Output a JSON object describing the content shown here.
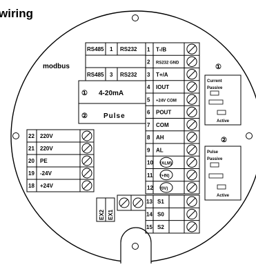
{
  "title": "wiring",
  "modbus_label": "modbus",
  "top_table": [
    [
      "RS485",
      "1",
      "RS232"
    ],
    [
      "",
      "",
      ""
    ],
    [
      "RS485",
      "3",
      "RS232"
    ]
  ],
  "options": [
    {
      "num": "①",
      "label": "4-20mA"
    },
    {
      "num": "②",
      "label": "Pulse"
    }
  ],
  "main_terminals": [
    {
      "num": "1",
      "label": "T-/B"
    },
    {
      "num": "2",
      "label": "RS232 GND"
    },
    {
      "num": "3",
      "label": "T+/A"
    },
    {
      "num": "4",
      "label": "IOUT"
    },
    {
      "num": "5",
      "label": "+24V COM"
    },
    {
      "num": "6",
      "label": "POUT"
    },
    {
      "num": "7",
      "label": "COM"
    },
    {
      "num": "8",
      "label": "AH"
    },
    {
      "num": "9",
      "label": "AL"
    },
    {
      "num": "10",
      "label": "(ALM)"
    },
    {
      "num": "11",
      "label": "(+IN)"
    },
    {
      "num": "12",
      "label": "(0V)"
    }
  ],
  "power_terminals": [
    {
      "num": "22",
      "label": "220V"
    },
    {
      "num": "21",
      "label": "220V"
    },
    {
      "num": "20",
      "label": "PE"
    },
    {
      "num": "19",
      "label": "-24V"
    },
    {
      "num": "18",
      "label": "+24V"
    }
  ],
  "lower_terminals": [
    {
      "num": "13",
      "label": "S1"
    },
    {
      "num": "14",
      "label": "S0"
    },
    {
      "num": "15",
      "label": "S2"
    }
  ],
  "ex_labels": [
    "EX2",
    "EX1"
  ],
  "current_box": {
    "num": "①",
    "title": "Current",
    "passive": "Passive",
    "active": "Active"
  },
  "pulse_box": {
    "num": "②",
    "title": "Pulse",
    "passive": "Passive",
    "active": "Active"
  }
}
